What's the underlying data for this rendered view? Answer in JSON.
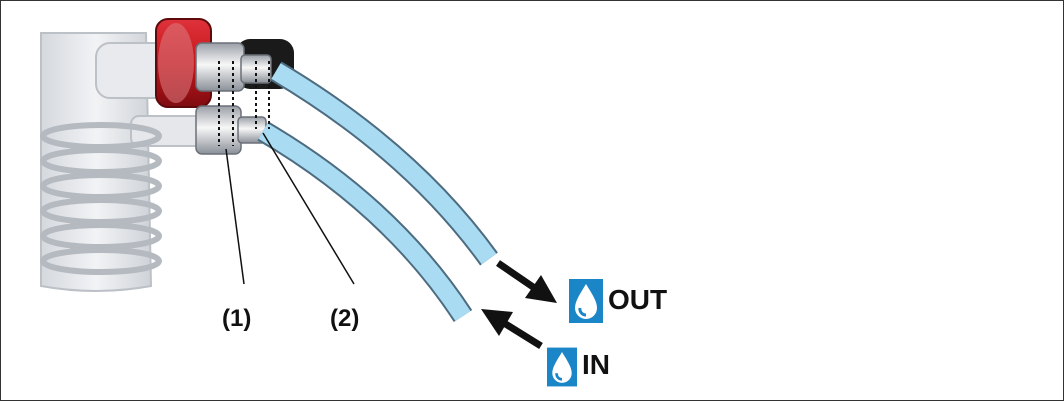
{
  "callouts": {
    "one": "(1)",
    "two": "(2)"
  },
  "flows": {
    "out": {
      "label": "OUT",
      "icon": "water-drop-icon"
    },
    "in": {
      "label": "IN",
      "icon": "water-drop-icon"
    }
  },
  "colors": {
    "hose": "#a9dcf2",
    "red_nut": "#c4161c",
    "icon": "#1b86c7",
    "arrow": "#111111"
  }
}
